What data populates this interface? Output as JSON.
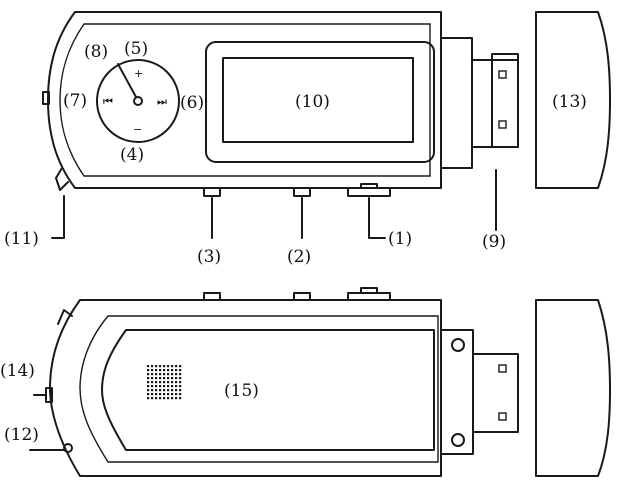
{
  "diagram": {
    "labels": {
      "l1": "(1)",
      "l2": "(2)",
      "l3": "(3)",
      "l4": "(4)",
      "l5": "(5)",
      "l6": "(6)",
      "l7": "(7)",
      "l8": "(8)",
      "l9": "(9)",
      "l10": "(10)",
      "l11": "(11)",
      "l12": "(12)",
      "l13": "(13)",
      "l14": "(14)",
      "l15": "(15)"
    },
    "dial": {
      "plus": "+",
      "minus": "−",
      "prev": "⏮",
      "next": "⏭"
    },
    "icons": {
      "speaker": "speaker-grille-icon",
      "usb": "usb-connector-icon",
      "cap": "usb-cap-icon",
      "dial": "control-wheel-icon"
    }
  }
}
